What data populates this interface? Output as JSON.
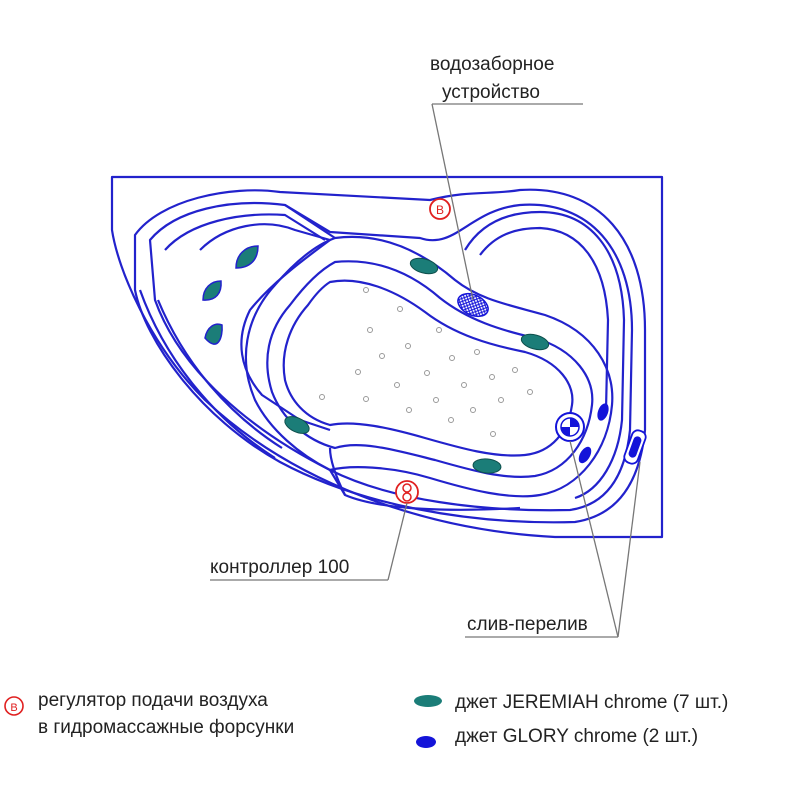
{
  "labels": {
    "intake_line1": "водозаборное",
    "intake_line2": "устройство",
    "controller": "контроллер 100",
    "drain": "слив-перелив"
  },
  "legend": {
    "air_regulator_line1": "регулятор подачи воздуха",
    "air_regulator_line2": "в гидромассажные форсунки",
    "air_regulator_symbol": "B",
    "jet_jeremiah": "джет JEREMIAH chrome (7 шт.)",
    "jet_glory": "джет GLORY chrome (2 шт.)"
  },
  "colors": {
    "outline": "#2222cc",
    "jeremiah_jet": "#1b7d78",
    "glory_jet": "#1414d9",
    "air_regulator": "#e02020",
    "leader_line": "#777777"
  }
}
